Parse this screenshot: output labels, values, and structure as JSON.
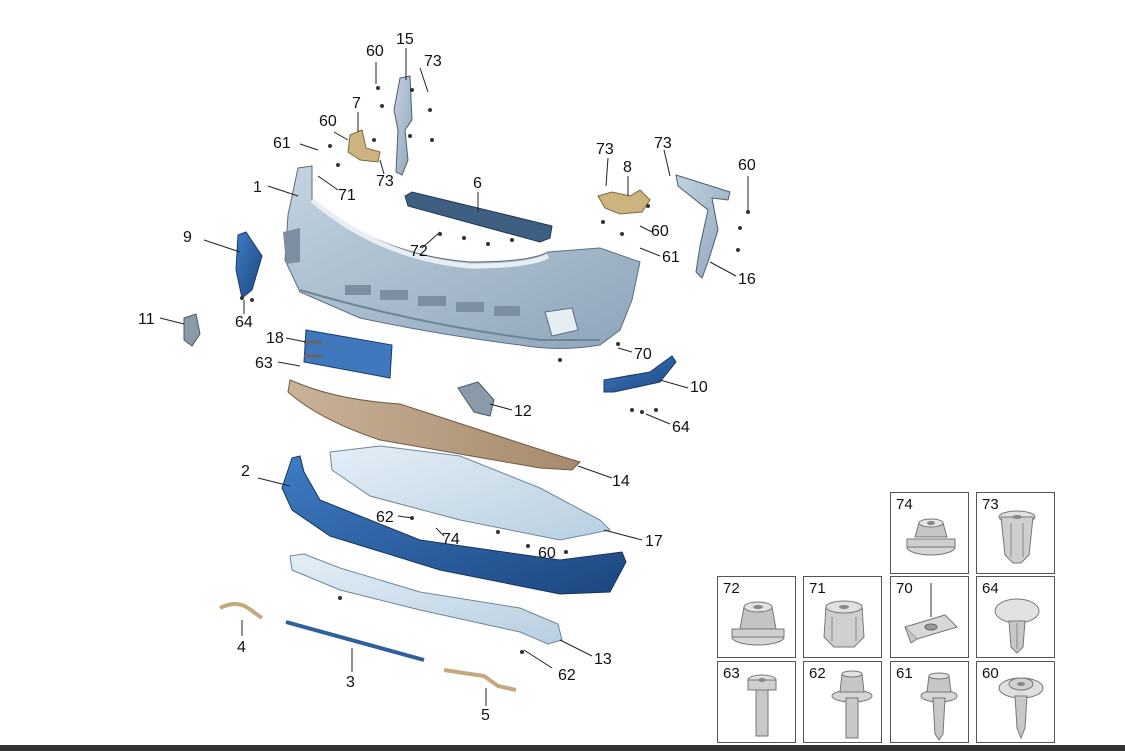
{
  "callouts": {
    "c1": "1",
    "c2": "2",
    "c3": "3",
    "c4": "4",
    "c5": "5",
    "c6": "6",
    "c7": "7",
    "c8": "8",
    "c9": "9",
    "c10": "10",
    "c11": "11",
    "c12": "12",
    "c13": "13",
    "c14": "14",
    "c15": "15",
    "c16": "16",
    "c17": "17",
    "c18": "18",
    "c60a": "60",
    "c60b": "60",
    "c60c": "60",
    "c60d": "60",
    "c60e": "60",
    "c61a": "61",
    "c61b": "61",
    "c62a": "62",
    "c62b": "62",
    "c63": "63",
    "c64a": "64",
    "c64b": "64",
    "c70": "70",
    "c71": "71",
    "c72": "72",
    "c73a": "73",
    "c73b": "73",
    "c73c": "73",
    "c73d": "73",
    "c74": "74"
  },
  "fastener_legend": {
    "cells": [
      {
        "number": "74",
        "icon": "flange-nut-icon"
      },
      {
        "number": "73",
        "icon": "push-clip-icon"
      },
      {
        "number": "72",
        "icon": "hex-flange-nut-icon"
      },
      {
        "number": "71",
        "icon": "clip-nut-icon"
      },
      {
        "number": "70",
        "icon": "spring-nut-icon"
      },
      {
        "number": "64",
        "icon": "expansion-rivet-icon"
      },
      {
        "number": "63",
        "icon": "torx-screw-icon"
      },
      {
        "number": "62",
        "icon": "hex-bolt-icon"
      },
      {
        "number": "61",
        "icon": "hex-screw-icon"
      },
      {
        "number": "60",
        "icon": "washer-screw-icon"
      }
    ]
  },
  "colors": {
    "bumper_cover": "#a9bed0",
    "trim_blue": "#2c5fa0",
    "grille_blue": "#3a78bf",
    "bracket_gold": "#c9b07a",
    "absorber_tan": "#b59b7f",
    "underbody_light": "#cfe1ef"
  }
}
